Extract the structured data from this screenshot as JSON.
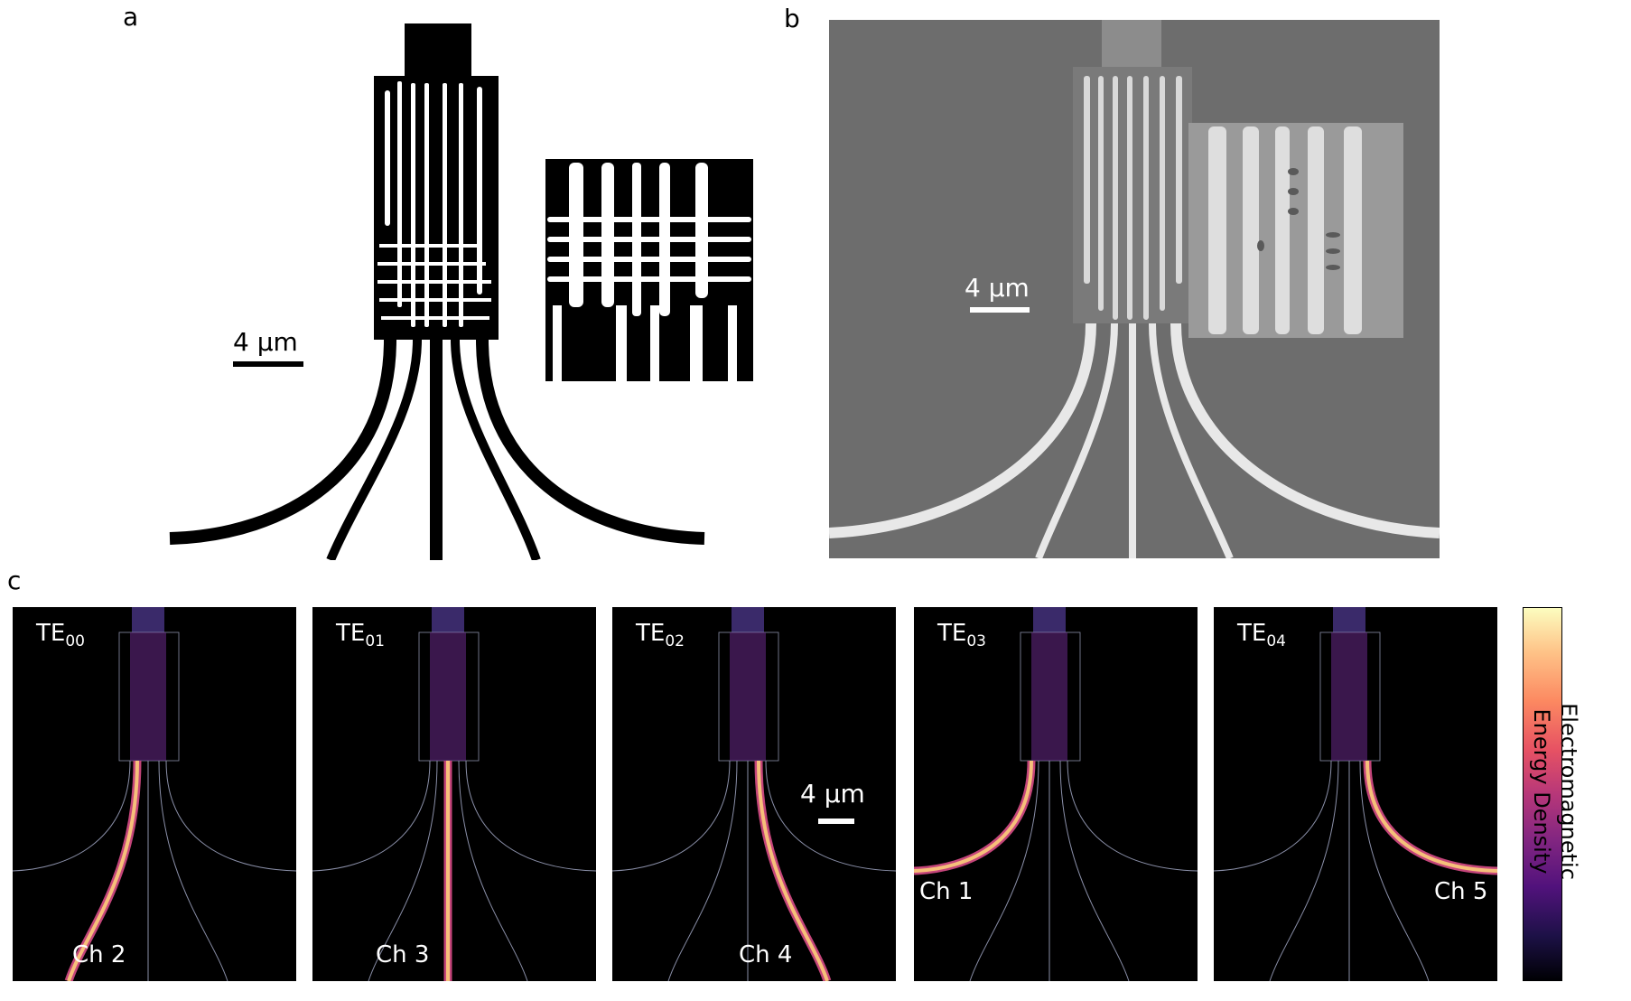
{
  "panels": {
    "a": {
      "label": "a",
      "scale_bar": "4 µm"
    },
    "b": {
      "label": "b",
      "scale_bar": "4 µm"
    },
    "c": {
      "label": "c",
      "scale_bar": "4 µm"
    }
  },
  "simulations": [
    {
      "mode": "TE",
      "sub": "00",
      "channel": "Ch 2",
      "highlight": "#f6c07a"
    },
    {
      "mode": "TE",
      "sub": "01",
      "channel": "Ch 3",
      "highlight": "#f6c07a"
    },
    {
      "mode": "TE",
      "sub": "02",
      "channel": "Ch 4",
      "highlight": "#f6c07a"
    },
    {
      "mode": "TE",
      "sub": "03",
      "channel": "Ch 1",
      "highlight": "#f6c07a"
    },
    {
      "mode": "TE",
      "sub": "04",
      "channel": "Ch 5",
      "highlight": "#f6c07a"
    }
  ],
  "colorbar": {
    "line1": "Electromagnetic",
    "line2": "Energy Density"
  },
  "colors": {
    "sem_background": "#6d6d6d",
    "waveguide_sem": "#e8e8e8",
    "sim_background": "#000000",
    "outline": "#8a8fa8"
  }
}
